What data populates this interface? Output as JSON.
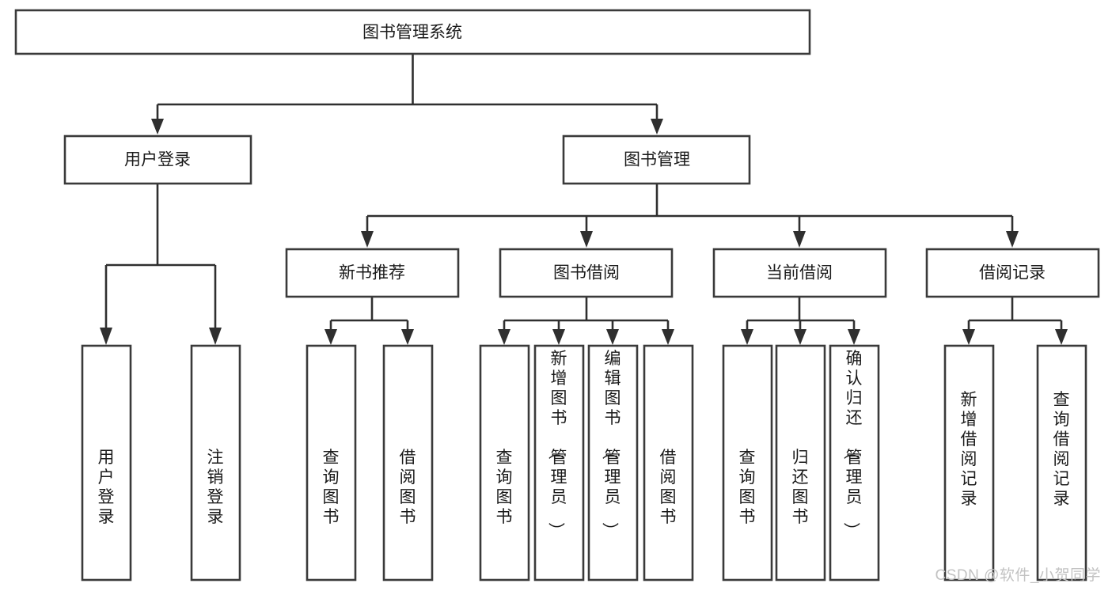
{
  "diagram": {
    "type": "tree-flowchart",
    "title": "图书管理系统",
    "watermark": "CSDN @软件_小贺同学",
    "colors": {
      "box_fill": "#ffffff",
      "box_stroke": "#3a3a3a",
      "connector": "#2f2f2f",
      "text": "#1a1a1a",
      "background": "#ffffff",
      "watermark": "#c2c2c2"
    },
    "nodes": {
      "root": {
        "label": "图书管理系统",
        "orientation": "horizontal",
        "level": 1
      },
      "l2": [
        {
          "id": "user-login",
          "label": "用户登录",
          "orientation": "horizontal",
          "level": 2
        },
        {
          "id": "book-manage",
          "label": "图书管理",
          "orientation": "horizontal",
          "level": 2
        }
      ],
      "l3": [
        {
          "id": "new-book-rec",
          "label": "新书推荐",
          "orientation": "horizontal",
          "level": 3
        },
        {
          "id": "book-borrow",
          "label": "图书借阅",
          "orientation": "horizontal",
          "level": 3
        },
        {
          "id": "current-borrow",
          "label": "当前借阅",
          "orientation": "horizontal",
          "level": 3
        },
        {
          "id": "borrow-record",
          "label": "借阅记录",
          "orientation": "horizontal",
          "level": 3
        }
      ],
      "leaves": [
        {
          "id": "leaf-user-login",
          "label": "用户登录",
          "parent": "user-login",
          "orientation": "vertical"
        },
        {
          "id": "leaf-user-logout",
          "label": "注销登录",
          "parent": "user-login",
          "orientation": "vertical"
        },
        {
          "id": "leaf-rec-query-book",
          "label": "查询图书",
          "parent": "new-book-rec",
          "orientation": "vertical"
        },
        {
          "id": "leaf-rec-borrow-book",
          "label": "借阅图书",
          "parent": "new-book-rec",
          "orientation": "vertical"
        },
        {
          "id": "leaf-borrow-query-book",
          "label": "查询图书",
          "parent": "book-borrow",
          "orientation": "vertical"
        },
        {
          "id": "leaf-borrow-add-book",
          "label": "新增图书（管理员）",
          "parent": "book-borrow",
          "orientation": "vertical"
        },
        {
          "id": "leaf-borrow-edit-book",
          "label": "编辑图书（管理员）",
          "parent": "book-borrow",
          "orientation": "vertical"
        },
        {
          "id": "leaf-borrow-borrow-book",
          "label": "借阅图书",
          "parent": "book-borrow",
          "orientation": "vertical"
        },
        {
          "id": "leaf-current-query-book",
          "label": "查询图书",
          "parent": "current-borrow",
          "orientation": "vertical"
        },
        {
          "id": "leaf-current-return-book",
          "label": "归还图书",
          "parent": "current-borrow",
          "orientation": "vertical"
        },
        {
          "id": "leaf-current-confirm-return",
          "label": "确认归还（管理员）",
          "parent": "current-borrow",
          "orientation": "vertical"
        },
        {
          "id": "leaf-record-add",
          "label": "新增借阅记录",
          "parent": "borrow-record",
          "orientation": "vertical"
        },
        {
          "id": "leaf-record-query",
          "label": "查询借阅记录",
          "parent": "borrow-record",
          "orientation": "vertical"
        }
      ]
    }
  }
}
